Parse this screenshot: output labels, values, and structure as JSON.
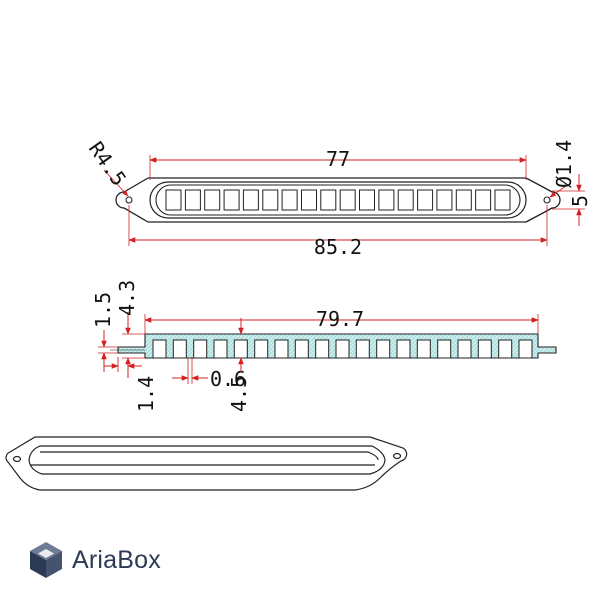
{
  "drawing": {
    "top_view": {
      "radius_label": "R4.5",
      "inner_length_label": "77",
      "hole_label": "Ø1.4",
      "height_label": "5",
      "overall_length_label": "85.2",
      "slot_count": 18
    },
    "section_view": {
      "length_label": "79.7",
      "label_1_5": "1.5",
      "label_4_3": "4.3",
      "label_1_4": "1.4",
      "label_0_6": "0.6",
      "label_4_5": "4.5",
      "rib_count": 19
    }
  },
  "colors": {
    "line": "#222222",
    "dimension": "#d42020",
    "section_fill": "#bfe6e6",
    "logo_primary": "#2d3a56",
    "logo_light": "#6e7b95"
  },
  "brand": {
    "name": "AriaBox",
    "icon": "cube-logo-icon"
  }
}
